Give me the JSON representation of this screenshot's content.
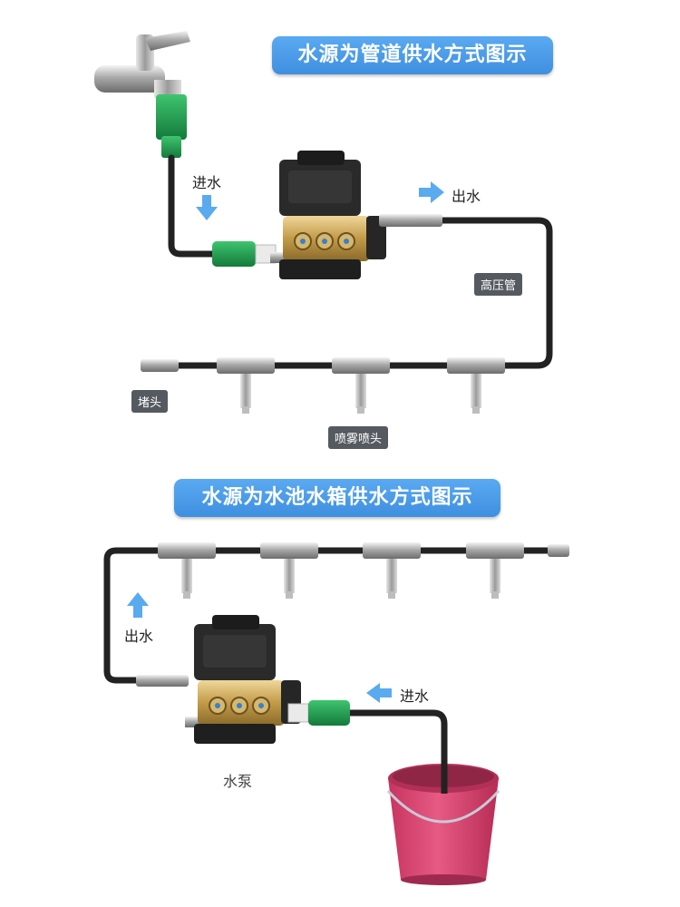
{
  "diagram1": {
    "title": "水源为管道供水方式图示",
    "inlet_label": "进水",
    "outlet_label": "出水",
    "hose_label": "高压管",
    "end_cap_label": "堵头",
    "nozzle_label": "喷雾喷头"
  },
  "diagram2": {
    "title": "水源为水池水箱供水方式图示",
    "outlet_label": "出水",
    "inlet_label": "进水",
    "pump_label": "水泵"
  },
  "colors": {
    "title_bg": "#4a9be8",
    "arrow": "#5aaaf0",
    "pipe": "#222222",
    "tag_bg": "#555a60",
    "bucket": "#d9406a",
    "connector": "#1f9a4f"
  }
}
